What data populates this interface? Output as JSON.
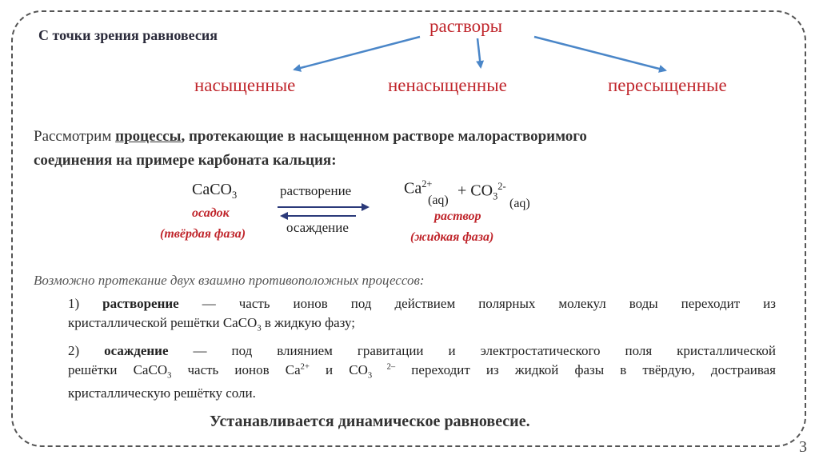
{
  "slide": {
    "heading_left": "С точки зрения равновесия",
    "root": "растворы",
    "branches": [
      "насыщенные",
      "ненасыщенные",
      "пересыщенные"
    ],
    "intro": {
      "part1": "Рассмотрим ",
      "part2": "процессы",
      "part3": ", протекающие в насыщенном растворе малорастворимого",
      "line2": "соединения на примере карбоната кальция:"
    },
    "equation": {
      "left_formula": "CaCO",
      "left_sub": "3",
      "left_label1": "осадок",
      "left_label2": "(твёрдая фаза)",
      "forward_label": "растворение",
      "backward_label": "осаждение",
      "ion1": "Ca",
      "ion1_charge": "2+",
      "ion1_state": "(aq)",
      "plus": "+ CO",
      "ion2_sub": "3",
      "ion2_charge": "2-",
      "ion2_state": "(aq)",
      "right_label1": "раствор",
      "right_label2": "(жидкая фаза)"
    },
    "possible": "Возможно протекание двух взаимно противоположных процессов:",
    "item1": {
      "num": "1)",
      "term": "растворение",
      "line1_rest": " — часть ионов под действием полярных молекул воды переходит из",
      "line2_a": "кристаллической решётки CaCO",
      "line2_sub": "3",
      "line2_b": " в жидкую фазу;"
    },
    "item2": {
      "num": "2)",
      "term": "осаждение",
      "line1_rest": " — под влиянием гравитации и электростатического поля кристаллической",
      "line2_a": "решётки CaCO",
      "line2_sub": "3",
      "line2_b": " часть ионов Ca",
      "line2_sup1": "2+",
      "line2_c": " и CO",
      "line2_sub2": "3",
      "line2_sup2": " 2–",
      "line2_d": " переходит из жидкой фазы в твёрдую, достраивая",
      "line3": "кристаллическую решётку соли."
    },
    "conclusion": "Устанавливается динамическое равновесие.",
    "page_number": "3"
  },
  "colors": {
    "accent_red": "#c0262c",
    "arrow_blue": "#4a86c8",
    "eq_arrow": "#2b3a7a"
  }
}
